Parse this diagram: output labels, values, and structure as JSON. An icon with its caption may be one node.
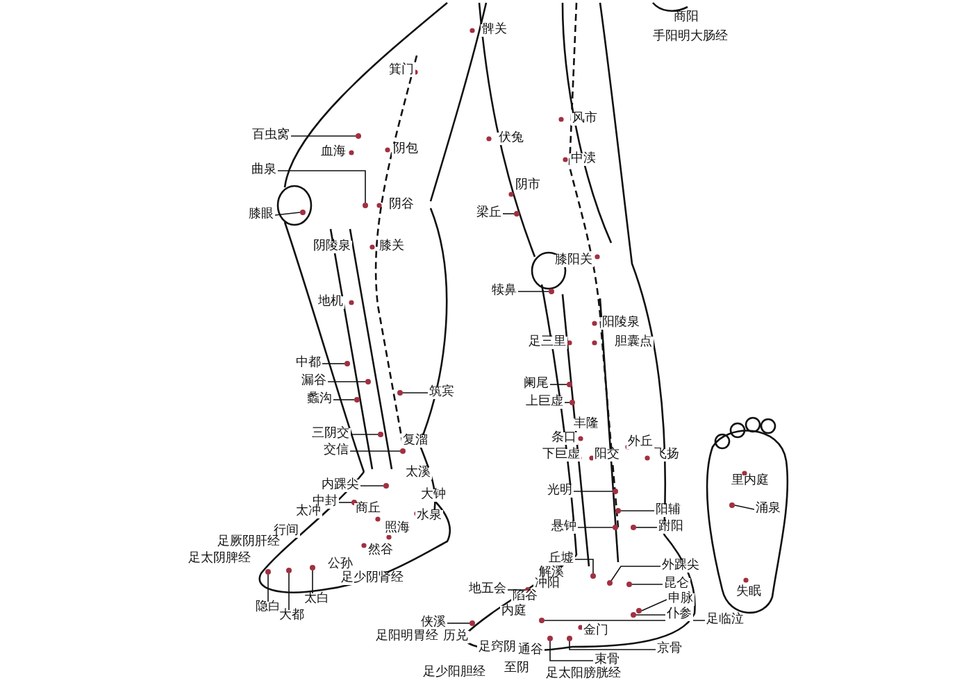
{
  "diagram": {
    "nodes": [
      {
        "text": [
          "百虫窝"
        ]
      },
      {
        "text": [
          "曲泉"
        ]
      },
      {
        "text": [
          "膝眼"
        ]
      },
      {
        "text": [
          "梁丘"
        ]
      },
      {
        "text": [
          "犊鼻"
        ]
      },
      {
        "text": [
          "中都"
        ]
      },
      {
        "text": [
          "漏谷"
        ]
      },
      {
        "text": [
          "蠡沟"
        ]
      },
      {
        "text": [
          "筑宾"
        ]
      },
      {
        "text": [
          "三阴交"
        ]
      },
      {
        "text": [
          "交信"
        ]
      },
      {
        "text": [
          "内踝尖"
        ]
      },
      {
        "text": [
          "中封"
        ]
      },
      {
        "text": [
          "隐白"
        ]
      },
      {
        "text": [
          "大都"
        ]
      },
      {
        "text": [
          "太白"
        ]
      },
      {
        "text": [
          "阑尾"
        ]
      },
      {
        "text": [
          "上巨虚"
        ]
      },
      {
        "text": [
          "光明"
        ]
      },
      {
        "text": [
          "阳辅"
        ]
      },
      {
        "text": [
          "悬钟"
        ]
      },
      {
        "text": [
          "跗阳"
        ]
      },
      {
        "text": [
          "丘墟"
        ]
      },
      {
        "text": [
          "外踝尖"
        ]
      },
      {
        "text": [
          "昆仑"
        ]
      },
      {
        "text": [
          "地五会"
        ]
      },
      {
        "text": [
          "申脉"
        ]
      },
      {
        "text": [
          "仆参"
        ]
      },
      {
        "text": [
          "足临泣"
        ]
      },
      {
        "text": [
          "京骨"
        ]
      },
      {
        "text": [
          "束骨"
        ]
      },
      {
        "text": [
          "侠溪"
        ]
      },
      {
        "text": [
          "涌泉"
        ]
      },
      {
        "text": [],
        "shape": "circle"
      },
      {
        "text": [],
        "shape": "circle"
      },
      {
        "text": [],
        "shape": "circle"
      },
      {
        "text": [],
        "shape": "circle"
      },
      {
        "text": [],
        "shape": "circle"
      },
      {
        "text": [],
        "shape": "circle"
      },
      {
        "text": [],
        "shape": "circle"
      },
      {
        "text": [],
        "shape": "circle"
      },
      {
        "text": [],
        "shape": "circle"
      },
      {
        "text": [],
        "shape": "circle"
      },
      {
        "text": [],
        "shape": "circle"
      },
      {
        "text": [],
        "shape": "circle"
      },
      {
        "text": [],
        "shape": "circle"
      },
      {
        "text": [],
        "shape": "circle"
      },
      {
        "text": [],
        "shape": "circle"
      },
      {
        "text": [],
        "shape": "circle"
      },
      {
        "text": [],
        "shape": "circle"
      },
      {
        "text": [],
        "shape": "circle"
      },
      {
        "text": [],
        "shape": "circle"
      },
      {
        "text": [],
        "shape": "circle"
      },
      {
        "text": [],
        "shape": "circle"
      },
      {
        "text": [],
        "shape": "circle"
      },
      {
        "text": [],
        "shape": "circle"
      },
      {
        "text": [],
        "shape": "circle"
      },
      {
        "text": [],
        "shape": "circle"
      },
      {
        "text": [],
        "shape": "circle"
      },
      {
        "text": [],
        "shape": "circle"
      },
      {
        "text": [],
        "shape": "circle"
      },
      {
        "text": [],
        "shape": "circle"
      },
      {
        "text": [],
        "shape": "circle"
      },
      {
        "text": [],
        "shape": "circle"
      },
      {
        "text": [],
        "shape": "circle"
      },
      {
        "text": [],
        "shape": "circle"
      }
    ],
    "edges": [
      {
        "from": 0,
        "to": 33,
        "arrow": "none"
      },
      {
        "from": 1,
        "to": 34,
        "arrow": "none"
      },
      {
        "from": 2,
        "to": 35,
        "arrow": "none"
      },
      {
        "from": 3,
        "to": 36,
        "arrow": "none"
      },
      {
        "from": 4,
        "to": 37,
        "arrow": "none"
      },
      {
        "from": 5,
        "to": 38,
        "arrow": "none"
      },
      {
        "from": 6,
        "to": 39,
        "arrow": "none"
      },
      {
        "from": 7,
        "to": 40,
        "arrow": "none"
      },
      {
        "from": 8,
        "to": 41,
        "arrow": "none"
      },
      {
        "from": 9,
        "to": 42,
        "arrow": "none"
      },
      {
        "from": 10,
        "to": 43,
        "arrow": "none"
      },
      {
        "from": 11,
        "to": 44,
        "arrow": "none"
      },
      {
        "from": 12,
        "to": 45,
        "arrow": "none"
      },
      {
        "from": 13,
        "to": 46,
        "arrow": "none"
      },
      {
        "from": 14,
        "to": 47,
        "arrow": "none"
      },
      {
        "from": 15,
        "to": 48,
        "arrow": "none"
      },
      {
        "from": 16,
        "to": 49,
        "arrow": "none"
      },
      {
        "from": 17,
        "to": 50,
        "arrow": "none"
      },
      {
        "from": 18,
        "to": 51,
        "arrow": "none"
      },
      {
        "from": 19,
        "to": 52,
        "arrow": "none"
      },
      {
        "from": 20,
        "to": 53,
        "arrow": "none"
      },
      {
        "from": 21,
        "to": 54,
        "arrow": "none"
      },
      {
        "from": 22,
        "to": 55,
        "arrow": "none"
      },
      {
        "from": 23,
        "to": 56,
        "arrow": "none"
      },
      {
        "from": 24,
        "to": 57,
        "arrow": "none"
      },
      {
        "from": 25,
        "to": 58,
        "arrow": "none"
      },
      {
        "from": 26,
        "to": 59,
        "arrow": "none"
      },
      {
        "from": 27,
        "to": 60,
        "arrow": "none"
      },
      {
        "from": 28,
        "to": 61,
        "arrow": "none"
      },
      {
        "from": 29,
        "to": 62,
        "arrow": "none"
      },
      {
        "from": 30,
        "to": 63,
        "arrow": "none"
      },
      {
        "from": 31,
        "to": 64,
        "arrow": "none"
      },
      {
        "from": 32,
        "to": 65,
        "arrow": "none"
      }
    ],
    "labels": [
      "商阳",
      "手阳明大肠经",
      "髀关",
      "箕门",
      "风市",
      "伏兔",
      "阴包",
      "血海",
      "中渎",
      "阴市",
      "阴谷",
      "阴陵泉",
      "膝关",
      "膝阳关",
      "地机",
      "阳陵泉",
      "足三里",
      "胆囊点",
      "丰隆",
      "条口",
      "外丘",
      "复溜",
      "下巨虚",
      "阳交",
      "飞扬",
      "太溪",
      "大钟",
      "太冲",
      "商丘",
      "水泉",
      "照海",
      "行间",
      "足厥阴肝经",
      "然谷",
      "足太阴脾经",
      "公孙",
      "足少阴肾经",
      "里内庭",
      "解溪",
      "冲阳",
      "陷谷",
      "内庭",
      "金门",
      "足阳明胃经",
      "历兑",
      "足窍阴",
      "通谷",
      "至阴",
      "足少阳胆经",
      "足太阳膀胱经",
      "失眠"
    ]
  }
}
